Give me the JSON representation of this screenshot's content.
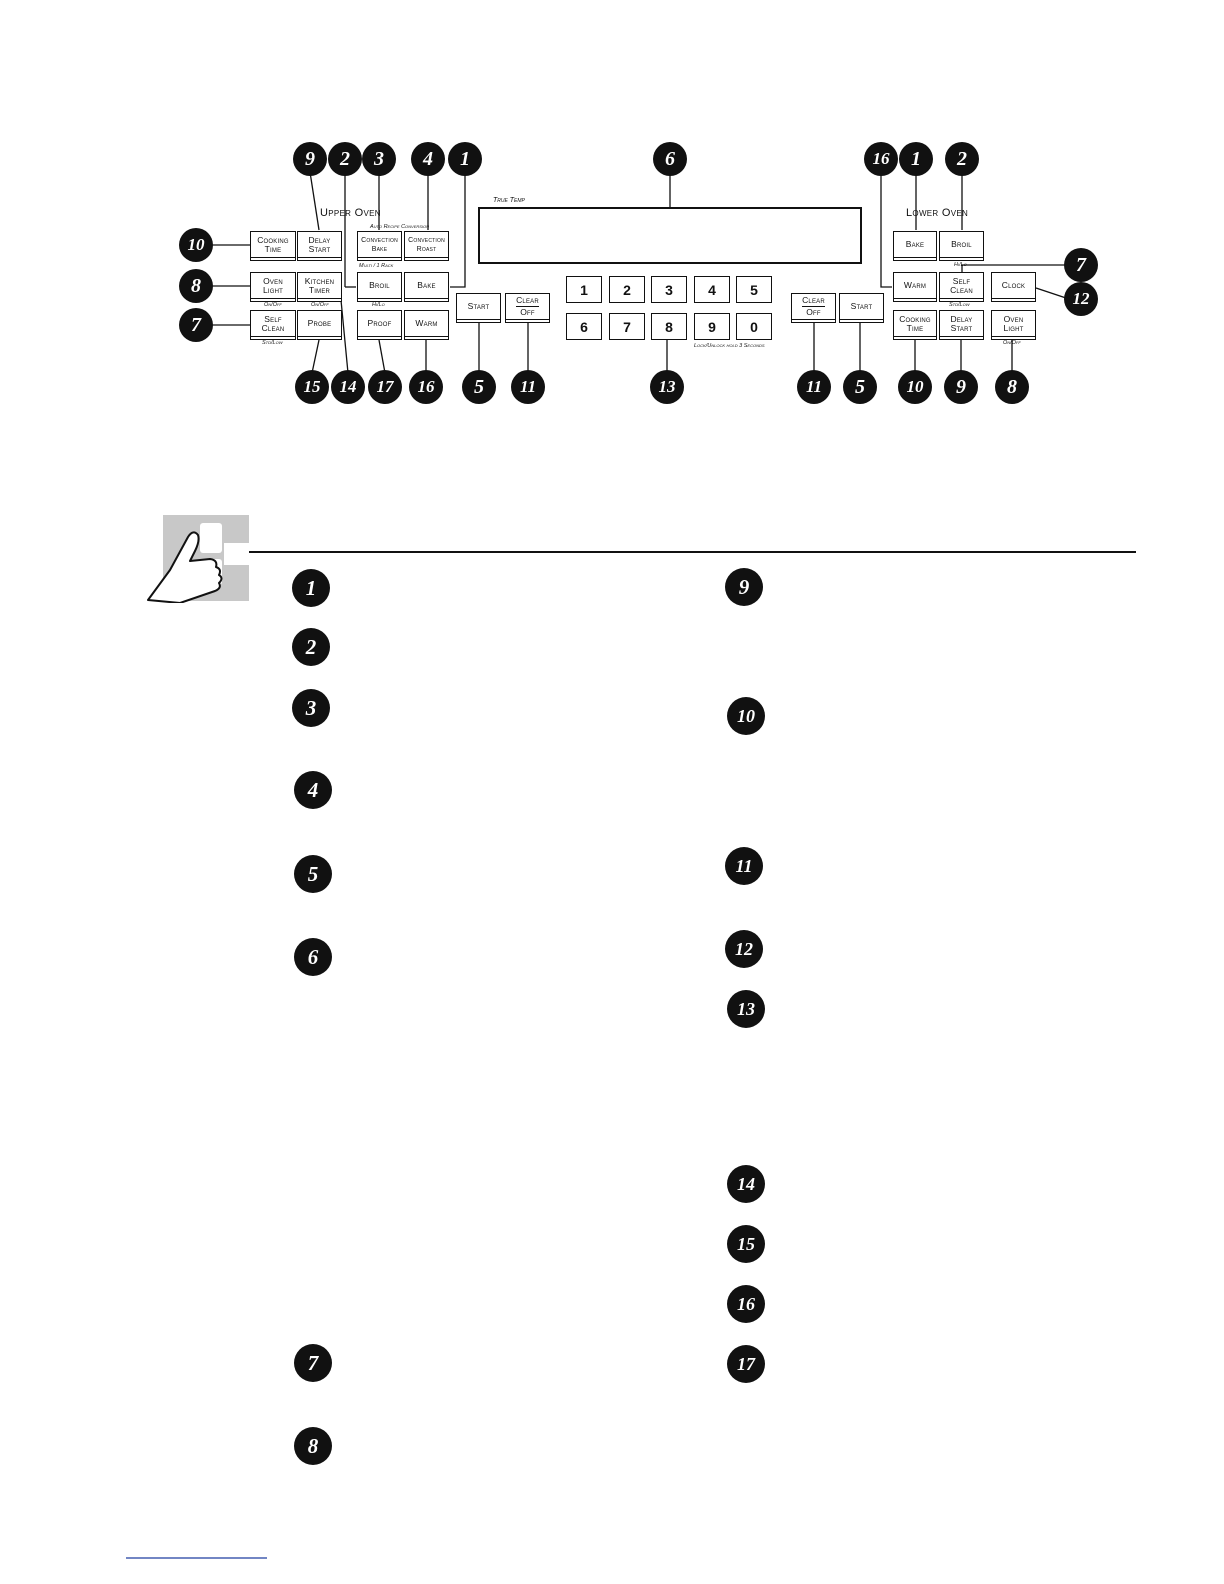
{
  "panel": {
    "upper_oven_title": "Upper Oven",
    "lower_oven_title": "Lower Oven",
    "display_label": "True Temp",
    "upper_buttons": {
      "cooking_time": [
        "Cooking",
        "Time"
      ],
      "delay_start": [
        "Delay",
        "Start"
      ],
      "convection_bake": [
        "Convection",
        "Bake"
      ],
      "convection_roast": [
        "Convection",
        "Roast"
      ],
      "oven_light": [
        "Oven",
        "Light"
      ],
      "kitchen_timer": [
        "Kitchen",
        "Timer"
      ],
      "broil": [
        "Broil"
      ],
      "bake": [
        "Bake"
      ],
      "self_clean": [
        "Self",
        "Clean"
      ],
      "probe": [
        "Probe"
      ],
      "proof": [
        "Proof"
      ],
      "warm": [
        "Warm"
      ],
      "start": [
        "Start"
      ],
      "clear_off": [
        "Clear",
        "Off"
      ]
    },
    "upper_sublabels": {
      "auto_recipe": "Auto Recipe Conversion",
      "multi_rack": "Multi / 1 Rack",
      "oven_light_onoff": "On/Off",
      "kitchen_timer_onoff": "On/Off",
      "broil_hilo": "Hi/Lo",
      "self_clean_stdlow": "Std/Low"
    },
    "keypad": [
      "1",
      "2",
      "3",
      "4",
      "5",
      "6",
      "7",
      "8",
      "9",
      "0"
    ],
    "keypad_sublabel": "Lock/Unlock hold 3 Seconds",
    "lower_buttons": {
      "bake": [
        "Bake"
      ],
      "broil": [
        "Broil"
      ],
      "warm": [
        "Warm"
      ],
      "self_clean": [
        "Self",
        "Clean"
      ],
      "clock": [
        "Clock"
      ],
      "clear_off": [
        "Clear",
        "Off"
      ],
      "start": [
        "Start"
      ],
      "cooking_time": [
        "Cooking",
        "Time"
      ],
      "delay_start": [
        "Delay",
        "Start"
      ],
      "oven_light": [
        "Oven",
        "Light"
      ]
    },
    "lower_sublabels": {
      "broil_hilo": "Hi/Lo",
      "self_clean_stdlow": "Std/Low",
      "oven_light_onoff": "On/Off"
    },
    "callouts": {
      "top": [
        "9",
        "2",
        "3",
        "4",
        "1",
        "6",
        "16",
        "1",
        "2"
      ],
      "left": [
        "10",
        "8",
        "7"
      ],
      "right": [
        "7",
        "12"
      ],
      "bottom": [
        "15",
        "14",
        "17",
        "16",
        "5",
        "11",
        "13",
        "11",
        "5",
        "10",
        "9",
        "8"
      ]
    }
  },
  "legend": {
    "left_column": [
      "1",
      "2",
      "3",
      "4",
      "5",
      "6",
      "7",
      "8"
    ],
    "right_column": [
      "9",
      "10",
      "11",
      "12",
      "13",
      "14",
      "15",
      "16",
      "17"
    ]
  },
  "colors": {
    "ink": "#111111",
    "icon_gray": "#c8c8c8",
    "footer_link": "#1f3fa0"
  },
  "icons": {
    "section_icon": "pointing-hand-icon"
  }
}
